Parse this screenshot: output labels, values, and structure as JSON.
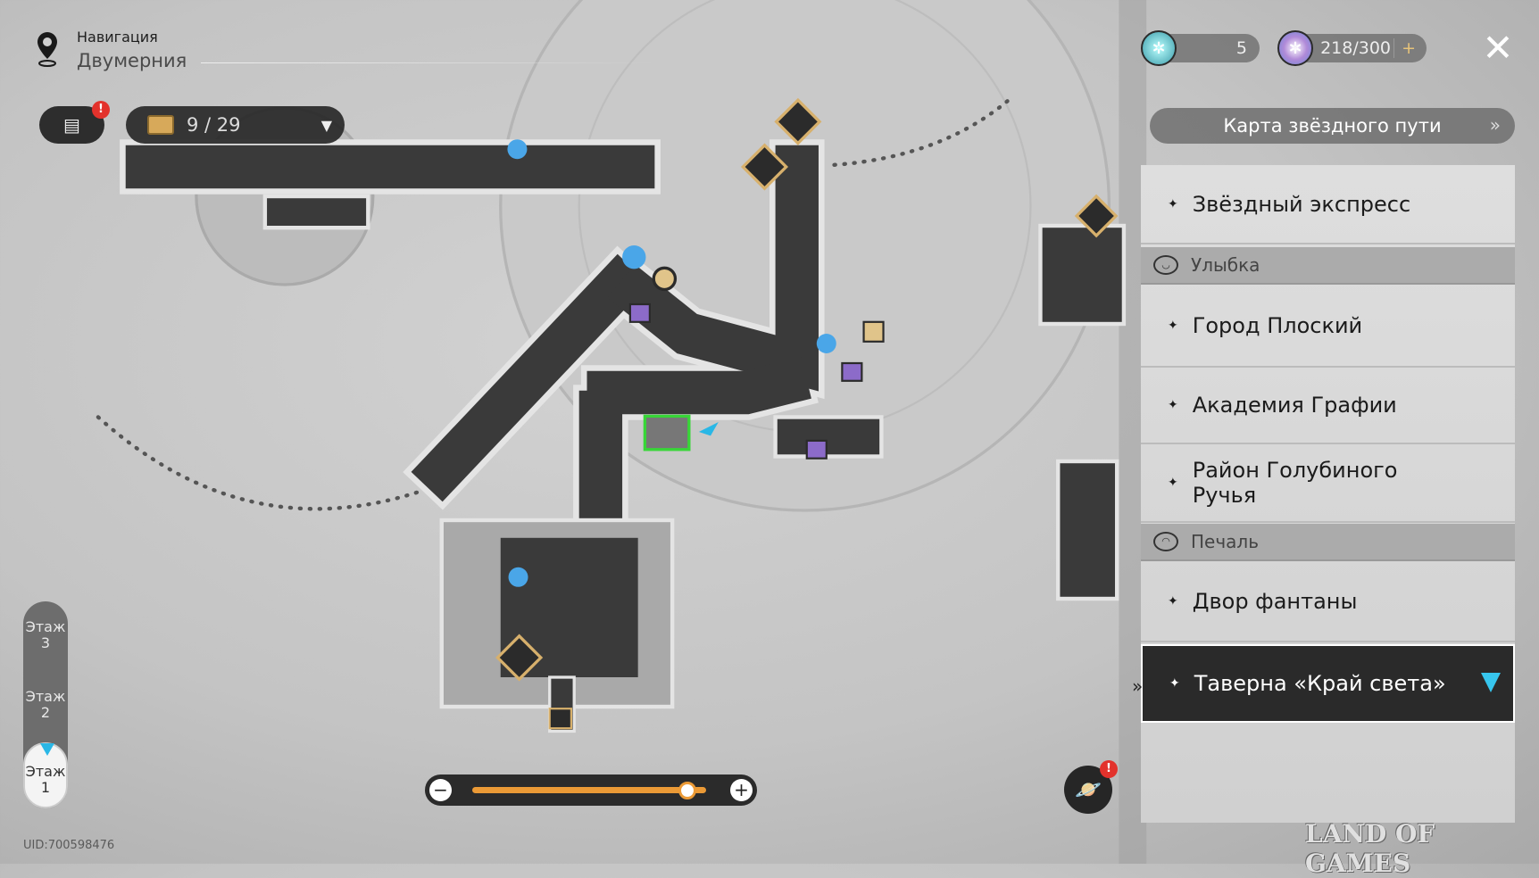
{
  "header": {
    "label": "Навигация",
    "area": "Двумерния"
  },
  "chest": {
    "count": "9 / 29"
  },
  "currencies": [
    {
      "name": "star-fuel",
      "value": "5"
    },
    {
      "name": "trailblaze-power",
      "value": "218/300"
    }
  ],
  "star_map_button": "Карта звёздного пути",
  "locations": [
    {
      "type": "item",
      "label": "Звёздный экспресс"
    },
    {
      "type": "group",
      "label": "Улыбка"
    },
    {
      "type": "item",
      "label": "Город Плоский"
    },
    {
      "type": "item",
      "label": "Академия Графии"
    },
    {
      "type": "item",
      "label": "Район Голубиного Ручья"
    },
    {
      "type": "group",
      "label": "Печаль"
    },
    {
      "type": "item",
      "label": "Двор фантаны"
    },
    {
      "type": "item",
      "label": "Таверна «Край света»",
      "active": true
    }
  ],
  "floors": [
    "Этаж 3",
    "Этаж 2",
    "Этаж 1"
  ],
  "active_floor": "Этаж 1",
  "zoom": {
    "level": 0.92
  },
  "uid": "UID:700598476",
  "watermark": "LAND OF GAMES",
  "colors": {
    "accent": "#eb9a36",
    "marker": "#29b7e6",
    "alert": "#e3322c"
  }
}
